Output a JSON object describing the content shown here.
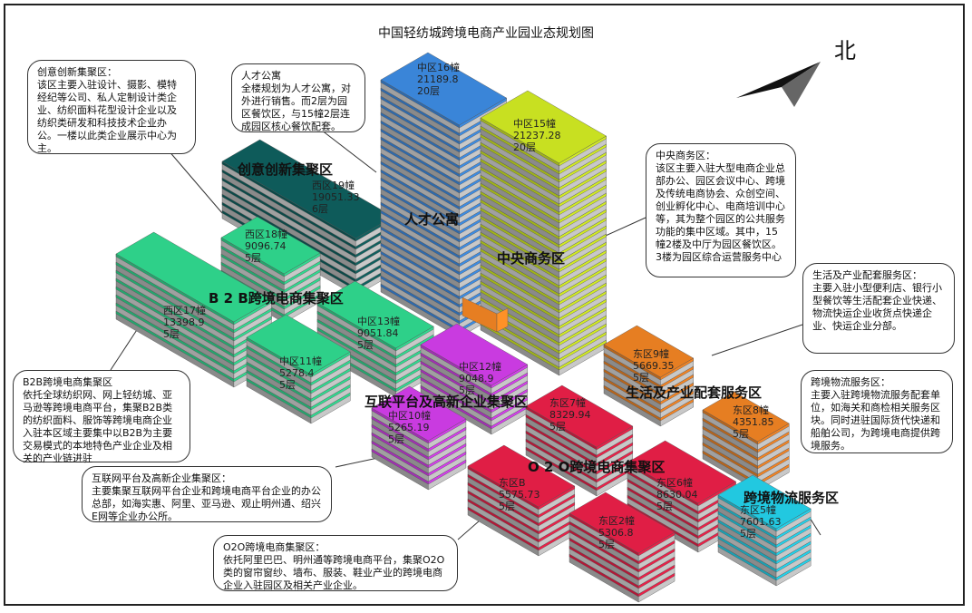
{
  "title": "中国轻纺城跨境电商产业园业态规划图",
  "compass": {
    "label": "北"
  },
  "zones": {
    "creative": "创意创新集聚区",
    "talent": "人才公寓",
    "cbd": "中央商务区",
    "b2b": "B 2 B跨境电商集聚区",
    "internet": "互联平台及高新企业集聚区",
    "life": "生活及产业配套服务区",
    "o2o": "O 2 O跨境电商集聚区",
    "logistics": "跨境物流服务区"
  },
  "buildings": {
    "c16": "中区16幢\n21189.8\n20层",
    "c15": "中区15幢\n21237.28\n20层",
    "w19": "西区19幢\n19051.33\n6层",
    "w18": "西区18幢\n9096.74\n5层",
    "w17": "西区17幢\n13398.9\n5层",
    "c13": "中区13幢\n9051.84\n5层",
    "c11": "中区11幢\n5278.4\n5层",
    "c12": "中区12幢\n9048.9\n5层",
    "c10": "中区10幢\n5265.19\n5层",
    "e9": "东区9幢\n5669.35\n5层",
    "e7": "东区7幢\n8329.94\n5层",
    "e8": "东区8幢\n4351.85\n5层",
    "eB": "东区B\n5575.73\n5层",
    "e6": "东区6幢\n8630.04\n5层",
    "e2": "东区2幢\n5306.8\n5层",
    "e5": "东区5幢\n7601.63\n5层"
  },
  "callouts": {
    "creative": "创意创新集聚区：\n该区主要入驻设计、摄影、模特经纪等公司、私人定制设计类企业、纺织面料花型设计企业以及纺织类研发和科技技术企业办公。一楼以此类企业展示中心为主。",
    "talent": "人才公寓\n全楼规划为人才公寓，对外进行销售。而2层为园区餐饮区，与15幢2层连成园区核心餐饮配套。",
    "cbd": "中央商务区：\n该区主要入驻大型电商企业总部办公、园区会议中心、跨境及传统电商协会、众创空间、创业孵化中心、电商培训中心等，其为整个园区的公共服务功能的集中区域。其中，15幢2楼及中厅为园区餐饮区。\n3楼为园区综合运营服务中心",
    "life": "生活及产业配套服务区：\n主要入驻小型便利店、银行小型餐饮等生活配套企业快递、物流快运企业收货点快递企业、快运企业分部。",
    "logistics": "跨境物流服务区：\n主要入驻跨境物流服务配套单位，如海关和商检相关服务区块。同时进驻国际货代快递和船舶公司，为跨境电商提供跨境服务。",
    "b2b": "B2B跨境电商集聚区\n依托全球纺织网、网上轻纺城、亚马逊等跨境电商平台，集聚B2B类的纺织面料、服饰等跨境电商企业入驻本区域主要集中以B2B为主要交易模式的本地特色产业企业及相关的产业链进驻",
    "internet": "互联网平台及高新企业集聚区：\n主要集聚互联网平台企业和跨境电商平台企业的办公总部，如海实惠、阿里、亚马逊、观止明州通、绍兴E网等企业办公所。",
    "o2o": "O2O跨境电商集聚区：\n依托阿里巴巴、明州通等跨境电商平台，集聚O2O类的窗帘窗纱、墙布、服装、鞋业产业的跨境电商企业入驻园区及相关产业企业。"
  },
  "colors": {
    "teal": "#0e5b5a",
    "blue": "#3a85d8",
    "lime": "#c8e021",
    "green": "#2ed089",
    "magenta": "#c93be0",
    "red": "#e01e45",
    "orange": "#e67e22",
    "cyan": "#22c8e0"
  }
}
